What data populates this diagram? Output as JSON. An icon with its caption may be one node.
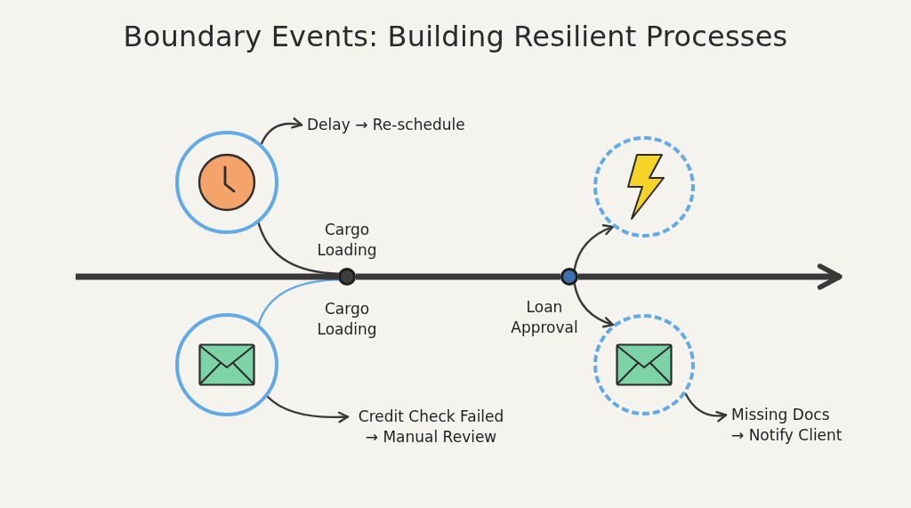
{
  "diagram": {
    "title": "Boundary Events: Building Resilient Processes",
    "nodes": [
      {
        "text": [],
        "shape": "circle"
      },
      {
        "text": [
          "Delay → Re-schedule"
        ]
      },
      {
        "text": [],
        "shape": "circle",
        "beside": [
          "Cargo Loading",
          "Cargo Loading"
        ]
      },
      {
        "text": [],
        "shape": "circle"
      },
      {
        "text": [
          "Credit Check Failed → Manual Review"
        ]
      },
      {
        "text": [],
        "shape": "circle",
        "beside": [
          "Loan Approval"
        ]
      },
      {
        "text": [],
        "shape": "circle"
      },
      {
        "text": [],
        "shape": "circle"
      },
      {
        "text": [
          "Missing Docs → Notify Client"
        ]
      }
    ],
    "edges": [
      {
        "from": 0,
        "to": 1,
        "arrow": "to"
      },
      {
        "from": 0,
        "to": 2,
        "arrow": "none"
      },
      {
        "from": 2,
        "to": 3,
        "arrow": "none",
        "color": "#5ea8e6"
      },
      {
        "from": 3,
        "to": 4,
        "arrow": "to"
      },
      {
        "from": null,
        "to": 2,
        "arrow": "none",
        "style": "thick"
      },
      {
        "from": 2,
        "to": 5,
        "arrow": "none",
        "style": "thick"
      },
      {
        "from": 5,
        "to": null,
        "arrow": "to",
        "style": "thick"
      },
      {
        "from": 5,
        "to": 6,
        "arrow": "to"
      },
      {
        "from": 5,
        "to": 7,
        "arrow": "to"
      },
      {
        "from": 7,
        "to": 8,
        "arrow": "to"
      }
    ]
  }
}
